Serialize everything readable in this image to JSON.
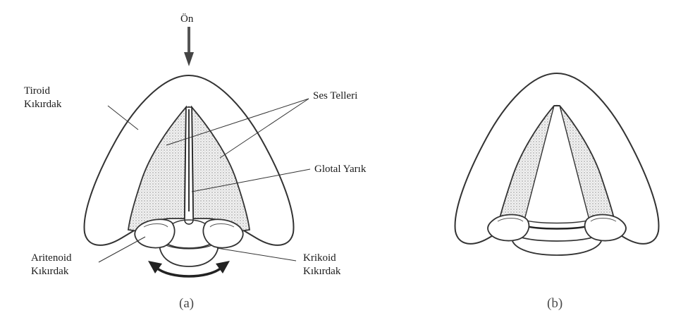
{
  "diagram": {
    "labels": {
      "front": "Ön",
      "thyroid_line1": "Tiroid",
      "thyroid_line2": "Kıkırdak",
      "vocal_cords": "Ses Telleri",
      "glottal_slit": "Glotal Yarık",
      "arytenoid_line1": "Aritenoid",
      "arytenoid_line2": "Kıkırdak",
      "cricoid_line1": "Krikoid",
      "cricoid_line2": "Kıkırdak"
    },
    "captions": {
      "a": "(a)",
      "b": "(b)"
    }
  }
}
